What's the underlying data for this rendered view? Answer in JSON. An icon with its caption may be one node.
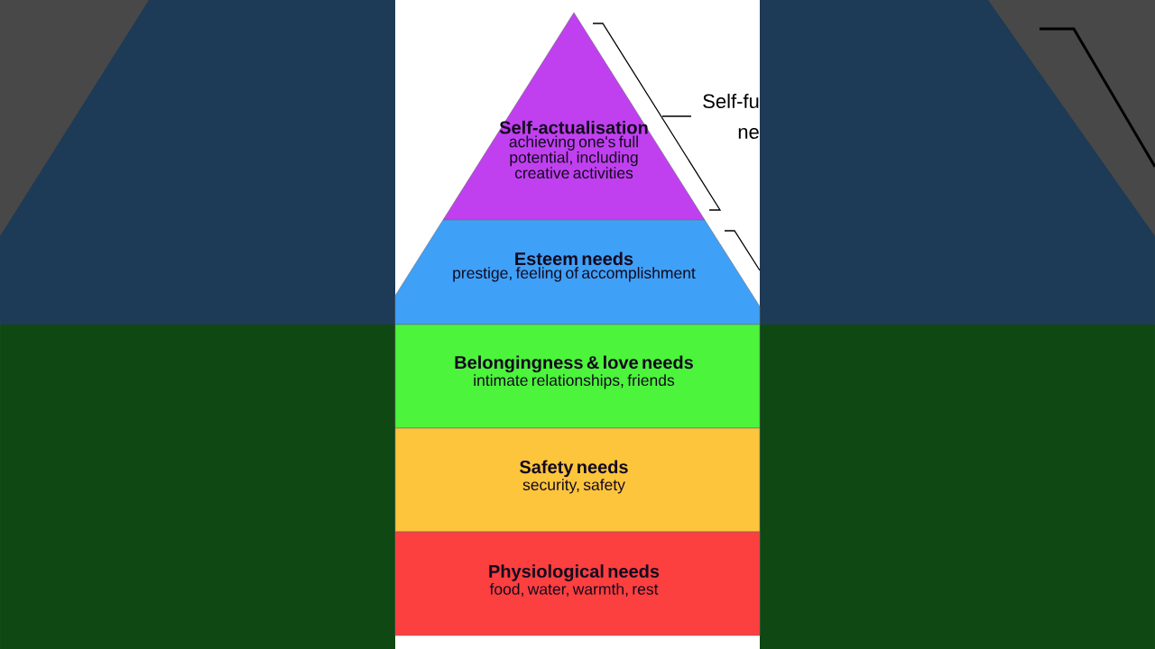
{
  "diagram": {
    "nodes": [
      {
        "text": [
          "Self-actualisation",
          "achieving one's full potential, including creative activities"
        ]
      },
      {
        "text": [
          "Esteem needs",
          "prestige, feeling of accomplishment"
        ]
      },
      {
        "text": [
          "Belongingness & love needs",
          "intimate relationships, friends"
        ]
      },
      {
        "text": [
          "Safety needs",
          "security, safety"
        ]
      },
      {
        "text": [
          "Physiological needs",
          "food, water, warmth, rest"
        ]
      }
    ],
    "labels": [
      "Self-fu",
      "ne"
    ]
  }
}
